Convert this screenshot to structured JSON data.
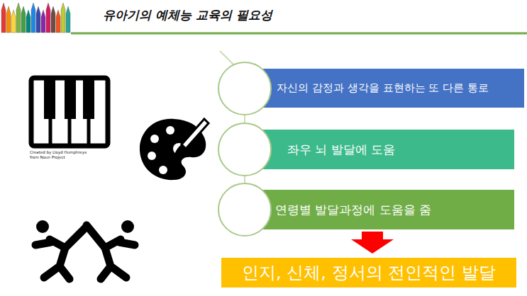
{
  "diagram": {
    "title": "유아기의 예체능 교육의 필요성",
    "nodes": [
      {
        "text": [
          "자신의 감정과 생각을 표현하는 또 다른 통로"
        ]
      },
      {
        "text": [
          "좌우 뇌 발달에 도움"
        ]
      },
      {
        "text": [
          "연령별 발달과정에 도움을 줌"
        ]
      },
      {
        "text": [
          "인지, 신체, 정서의 전인적인 발달"
        ]
      }
    ],
    "edges": [
      {
        "from": 2,
        "to": 3,
        "arrow": "to"
      }
    ],
    "labels": [
      "Created by Lloyd Humphreys from Noun Project"
    ]
  }
}
